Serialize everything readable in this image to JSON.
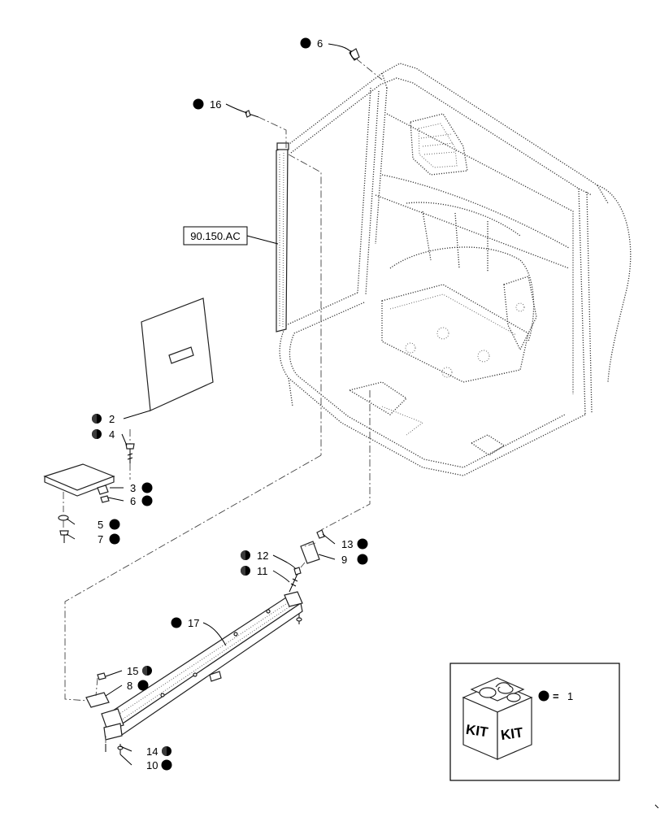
{
  "reference_box": {
    "label": "90.150.AC"
  },
  "callouts": [
    {
      "id": "c6a",
      "number": "6",
      "marker": "filled"
    },
    {
      "id": "c16",
      "number": "16",
      "marker": "filled"
    },
    {
      "id": "c2",
      "number": "2",
      "marker": "half"
    },
    {
      "id": "c4",
      "number": "4",
      "marker": "half"
    },
    {
      "id": "c3",
      "number": "3",
      "marker": "filled"
    },
    {
      "id": "c6b",
      "number": "6",
      "marker": "filled"
    },
    {
      "id": "c5",
      "number": "5",
      "marker": "filled"
    },
    {
      "id": "c7",
      "number": "7",
      "marker": "filled"
    },
    {
      "id": "c12",
      "number": "12",
      "marker": "half"
    },
    {
      "id": "c11",
      "number": "11",
      "marker": "half"
    },
    {
      "id": "c13",
      "number": "13",
      "marker": "filled"
    },
    {
      "id": "c9",
      "number": "9",
      "marker": "filled"
    },
    {
      "id": "c17",
      "number": "17",
      "marker": "filled"
    },
    {
      "id": "c15",
      "number": "15",
      "marker": "half"
    },
    {
      "id": "c8",
      "number": "8",
      "marker": "filled"
    },
    {
      "id": "c14",
      "number": "14",
      "marker": "half"
    },
    {
      "id": "c10",
      "number": "10",
      "marker": "filled"
    }
  ],
  "legend": {
    "kit_word_left": "KIT",
    "kit_word_right": "KIT",
    "equals": "=",
    "value": "1"
  }
}
